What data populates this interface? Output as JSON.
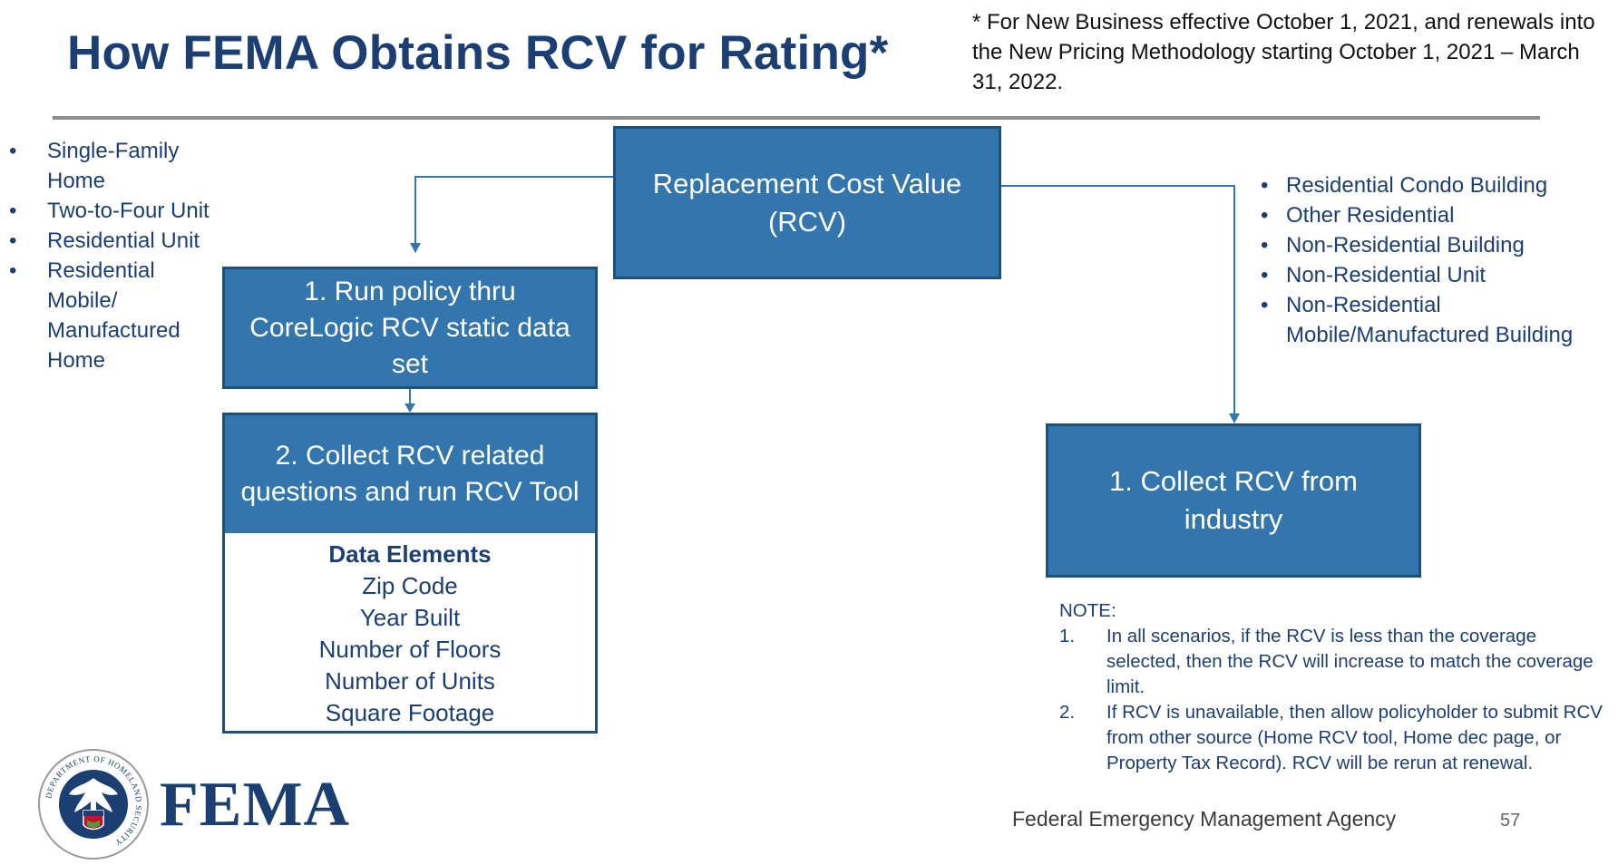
{
  "title": "How FEMA Obtains RCV for Rating*",
  "footnote": "* For New Business effective October 1, 2021, and renewals into the New Pricing Methodology starting October 1, 2021 – March 31, 2022.",
  "left_list": [
    "Single-Family Home",
    "Two-to-Four Unit",
    "Residential Unit",
    "Residential Mobile/ Manufactured Home"
  ],
  "right_list": [
    "Residential Condo Building",
    "Other Residential",
    "Non-Residential Building",
    "Non-Residential Unit",
    "Non-Residential Mobile/Manufactured Building"
  ],
  "rcv_box": {
    "line1": "Replacement Cost Value",
    "line2": "(RCV)"
  },
  "step1_box": {
    "line1": "1. Run policy thru",
    "line2": "CoreLogic RCV static data",
    "line3": "set"
  },
  "step2_box": {
    "line1": "2. Collect RCV related",
    "line2": "questions and run RCV Tool"
  },
  "data_elements": {
    "title": "Data Elements",
    "items": [
      "Zip Code",
      "Year Built",
      "Number of Floors",
      "Number of Units",
      "Square Footage"
    ]
  },
  "industry_box": {
    "line1": "1. Collect RCV from",
    "line2": "industry"
  },
  "note": {
    "title": "NOTE:",
    "items": [
      {
        "num": "1.",
        "text": "In all scenarios, if the RCV is less than the coverage selected, then the RCV will increase to match the coverage limit."
      },
      {
        "num": "2.",
        "text": "If RCV is unavailable, then allow policyholder to submit RCV from other source (Home RCV tool, Home dec page, or Property Tax Record). RCV will be rerun at renewal."
      }
    ]
  },
  "footer": {
    "logo_icon": "dhs-seal-icon",
    "logo_text": "DEPARTMENT OF HOMELAND SECURITY",
    "wordmark": "FEMA",
    "agency": "Federal Emergency Management Agency",
    "page_number": "57"
  },
  "colors": {
    "title": "#1b3f73",
    "box_fill": "#3376ae",
    "box_border": "#1e4f7d",
    "rule": "#8d8d8d"
  }
}
